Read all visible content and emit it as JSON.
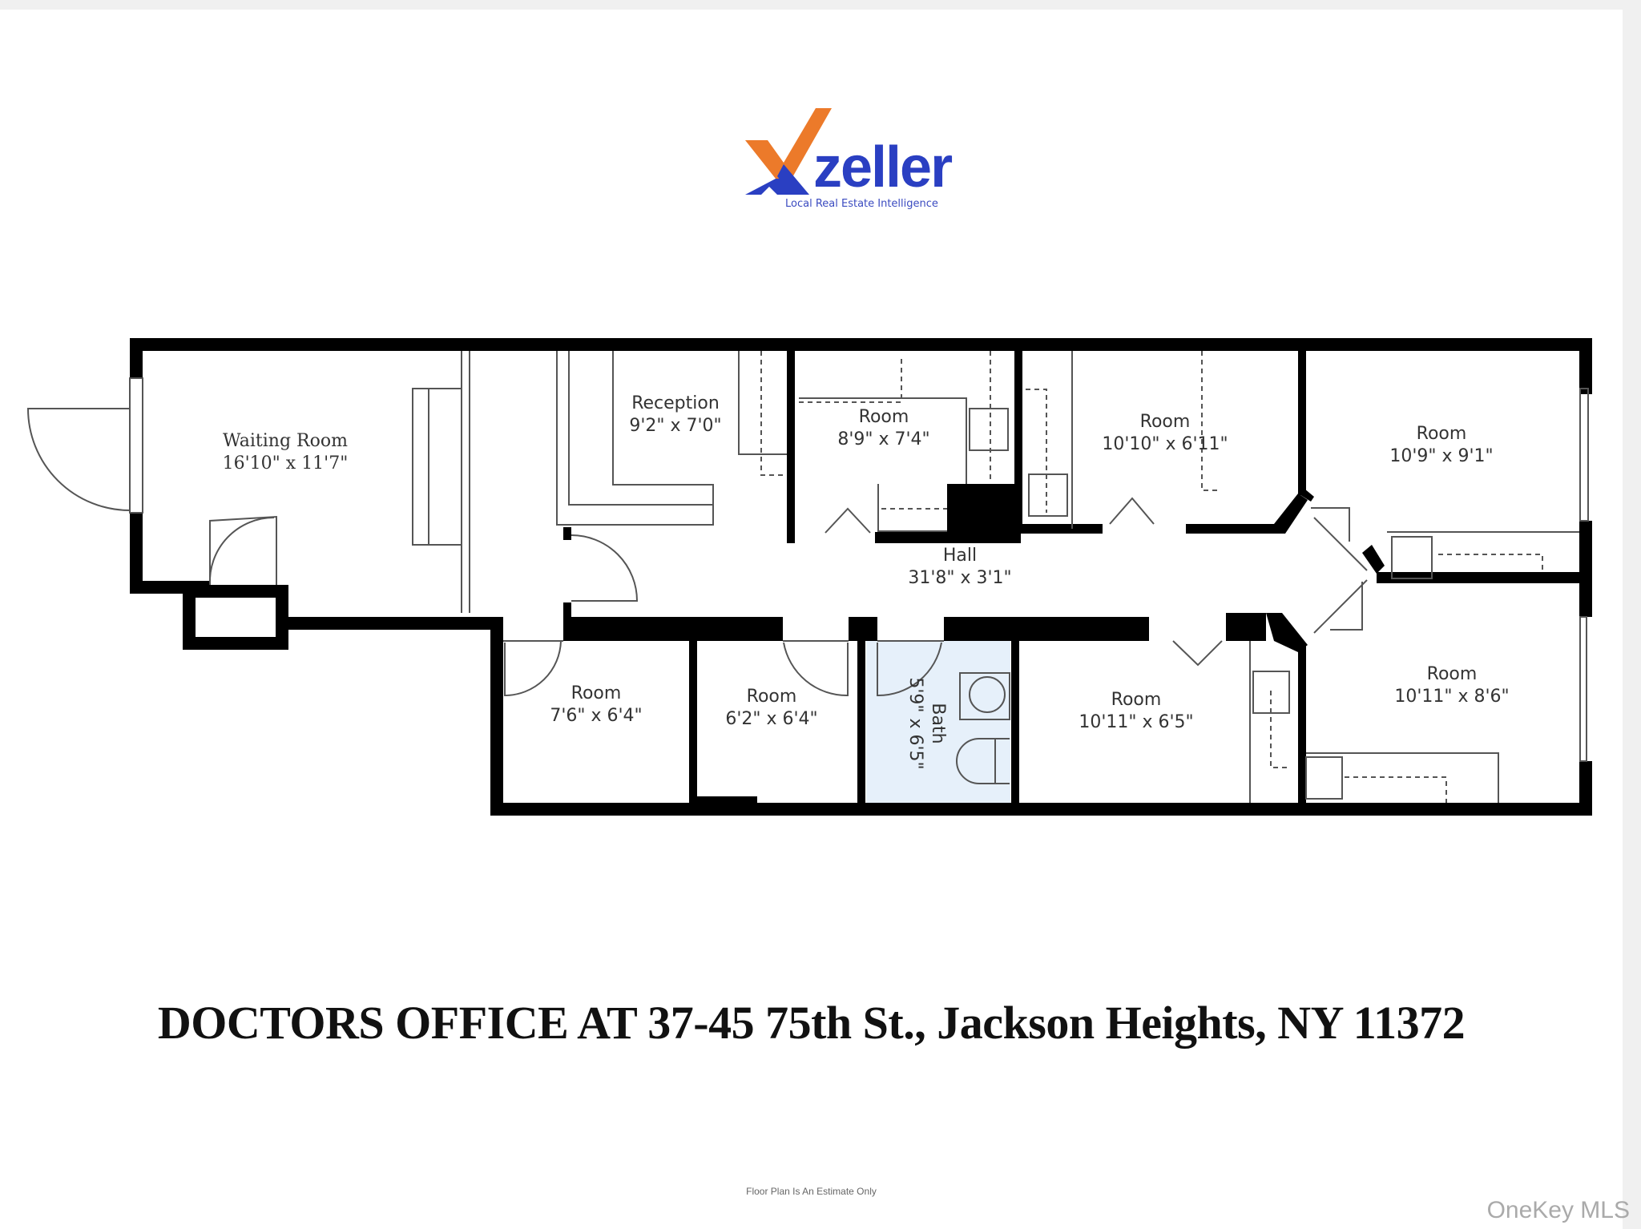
{
  "logo": {
    "brand": "zeller",
    "tagline": "Local Real Estate Intelligence",
    "colors": {
      "orange": "#ec7a2a",
      "blue": "#2a3fc2"
    }
  },
  "floorplan": {
    "rooms": [
      {
        "id": "waiting-room",
        "name": "Waiting Room",
        "dims": "16'10\" x 11'7\""
      },
      {
        "id": "reception",
        "name": "Reception",
        "dims": "9'2\" x 7'0\""
      },
      {
        "id": "room-1",
        "name": "Room",
        "dims": "8'9\" x 7'4\""
      },
      {
        "id": "room-2",
        "name": "Room",
        "dims": "10'10\" x 6'11\""
      },
      {
        "id": "room-3",
        "name": "Room",
        "dims": "10'9\" x 9'1\""
      },
      {
        "id": "hall",
        "name": "Hall",
        "dims": "31'8\" x 3'1\""
      },
      {
        "id": "room-4",
        "name": "Room",
        "dims": "7'6\" x 6'4\""
      },
      {
        "id": "room-5",
        "name": "Room",
        "dims": "6'2\" x 6'4\""
      },
      {
        "id": "bath",
        "name": "Bath",
        "dims": "5'9\" x 6'5\""
      },
      {
        "id": "room-6",
        "name": "Room",
        "dims": "10'11\" x 6'5\""
      },
      {
        "id": "room-7",
        "name": "Room",
        "dims": "10'11\" x 8'6\""
      }
    ],
    "colors": {
      "wall": "#000000",
      "bath_fill": "#e6f0fa",
      "fixture_line": "#555555"
    }
  },
  "title": "DOCTORS OFFICE AT 37-45 75th St., Jackson Heights, NY 11372",
  "disclaimer": "Floor Plan Is An Estimate Only",
  "watermark": "OneKey MLS"
}
